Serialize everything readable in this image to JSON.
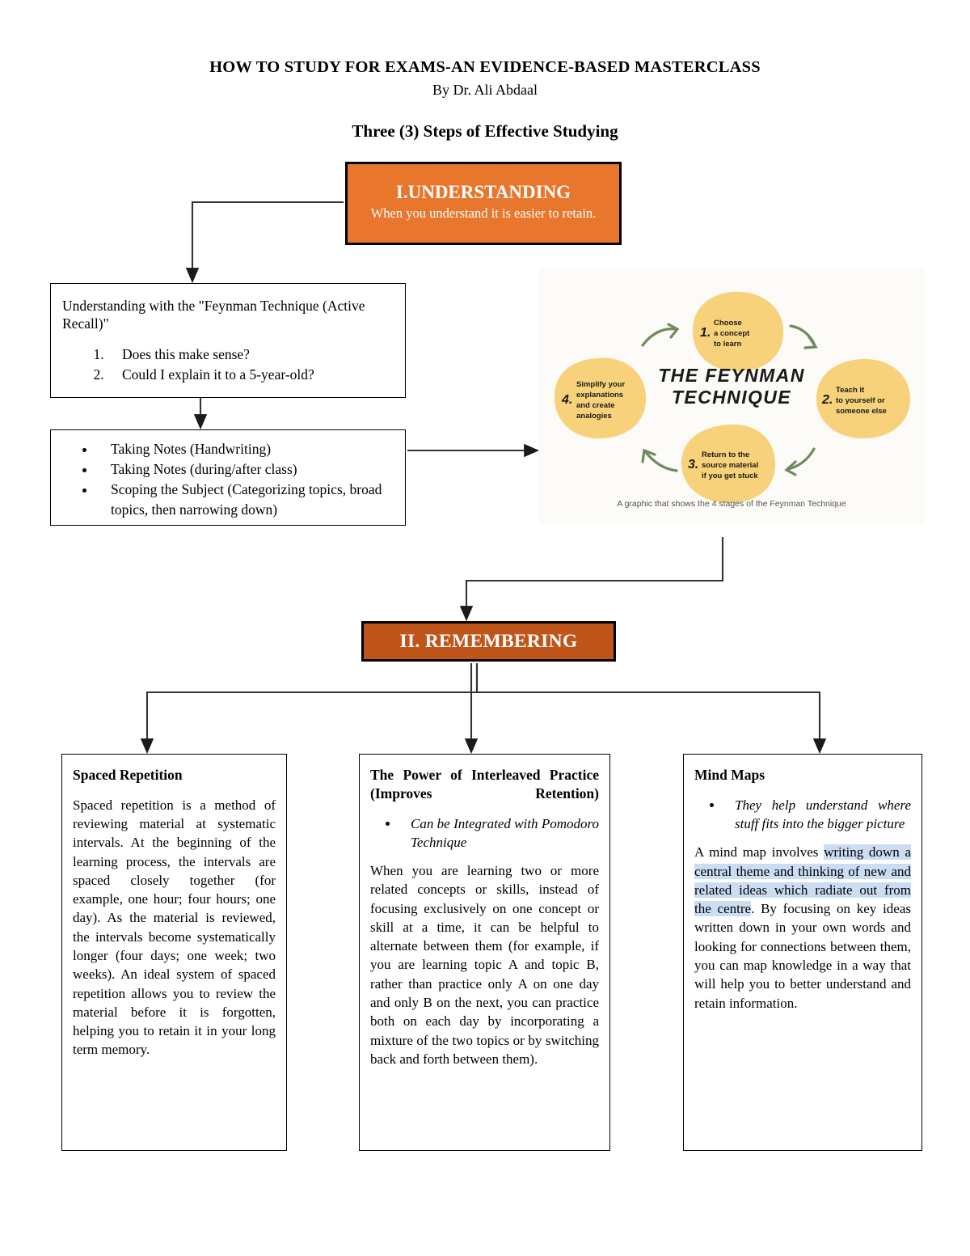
{
  "document": {
    "title": "HOW TO STUDY FOR EXAMS-AN EVIDENCE-BASED MASTERCLASS",
    "author": "By Dr. Ali Abdaal",
    "section_heading": "Three (3) Steps of Effective Studying"
  },
  "colors": {
    "step1_fill": "#E8762C",
    "step2_fill": "#C0551A",
    "highlight": "#CBDDF2",
    "graphic_bubble": "#F7D27A",
    "graphic_arrow": "#6E8B5E",
    "graphic_bg": "#FDFBF7"
  },
  "step_one": {
    "title": "I.UNDERSTANDING",
    "subtitle": "When you understand it is easier to retain."
  },
  "feynman_box": {
    "lead": "Understanding with the \"Feynman Technique (Active Recall)\"",
    "items": [
      "Does this make sense?",
      "Could I explain it to a 5-year-old?"
    ]
  },
  "notes_box": {
    "items": [
      "Taking Notes (Handwriting)",
      "Taking Notes (during/after class)",
      "Scoping the Subject (Categorizing topics, broad topics, then narrowing down)"
    ]
  },
  "feynman_graphic": {
    "center_line1": "THE FEYNMAN",
    "center_line2": "TECHNIQUE",
    "caption": "A graphic that shows the 4 stages of the Feynman Technique",
    "stages": [
      {
        "number": "1.",
        "lines": [
          "Choose",
          "a concept",
          "to learn"
        ]
      },
      {
        "number": "2.",
        "lines": [
          "Teach it",
          "to yourself or",
          "someone else"
        ]
      },
      {
        "number": "3.",
        "lines": [
          "Return to the",
          "source material",
          "if you get stuck"
        ]
      },
      {
        "number": "4.",
        "lines": [
          "Simplify your",
          "explanations",
          "and create",
          "analogies"
        ]
      }
    ]
  },
  "step_two": {
    "title": "II. REMEMBERING"
  },
  "columns": [
    {
      "id": "spaced-repetition",
      "title": "Spaced Repetition",
      "bullets": [],
      "body": "Spaced repetition is a method of reviewing material at systematic intervals. At the beginning of the learning process, the intervals are spaced closely together (for example, one hour; four hours; one day). As the material is reviewed, the intervals become systematically longer (four days; one week; two weeks). An ideal system of spaced repetition allows you to review the material before it is forgotten, helping you to retain it in your long term memory."
    },
    {
      "id": "interleaved-practice",
      "title": "The Power of Interleaved Practice (Improves Retention)",
      "bullets": [
        "Can be Integrated with Pomodoro Technique"
      ],
      "body": "When you are learning two or more related concepts or skills, instead of focusing exclusively on one concept or skill at a time, it can be helpful to alternate between them (for example, if you are learning topic A and topic B, rather than practice only A on one day and only B on the next, you can practice both on each day by incorporating a mixture of the two topics or by switching back and forth between them)."
    },
    {
      "id": "mind-maps",
      "title": "Mind Maps",
      "bullets": [
        "They help understand where stuff fits into the bigger picture"
      ],
      "body_pre": "A mind map involves ",
      "body_highlight": "writing down a central theme and thinking of new and related ideas which radiate out from the centre",
      "body_post": ". By focusing on key ideas written down in your own words and looking for connections between them, you can map knowledge in a way that will help you to better understand and retain information."
    }
  ]
}
